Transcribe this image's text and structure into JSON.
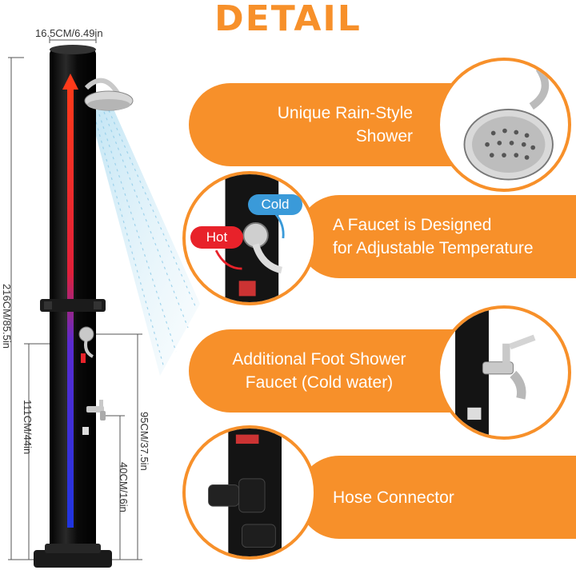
{
  "title": "DETAIL",
  "dimensions": {
    "diameter": "16.5CM/6.49in",
    "total_height": "216CM/85.5in",
    "foot_faucet_height": "111CM/44in",
    "main_faucet_height": "95CM/37.5in",
    "hose_height": "40CM/16in"
  },
  "faucet_labels": {
    "hot": "Hot",
    "cold": "Cold"
  },
  "features": [
    {
      "line1": "Unique Rain-Style",
      "line2": "Shower",
      "icon": "rain-shower-head-icon"
    },
    {
      "line1": "A Faucet is Designed",
      "line2": "for Adjustable Temperature",
      "icon": "mixer-faucet-icon"
    },
    {
      "line1": "Additional Foot Shower",
      "line2": "Faucet (Cold water)",
      "icon": "foot-faucet-icon"
    },
    {
      "line1": "Hose Connector",
      "line2": "",
      "icon": "hose-connector-icon"
    }
  ],
  "colors": {
    "accent": "#f7902a",
    "hot": "#e8222a",
    "cold": "#3a9ad9",
    "pipe": "#111111"
  }
}
